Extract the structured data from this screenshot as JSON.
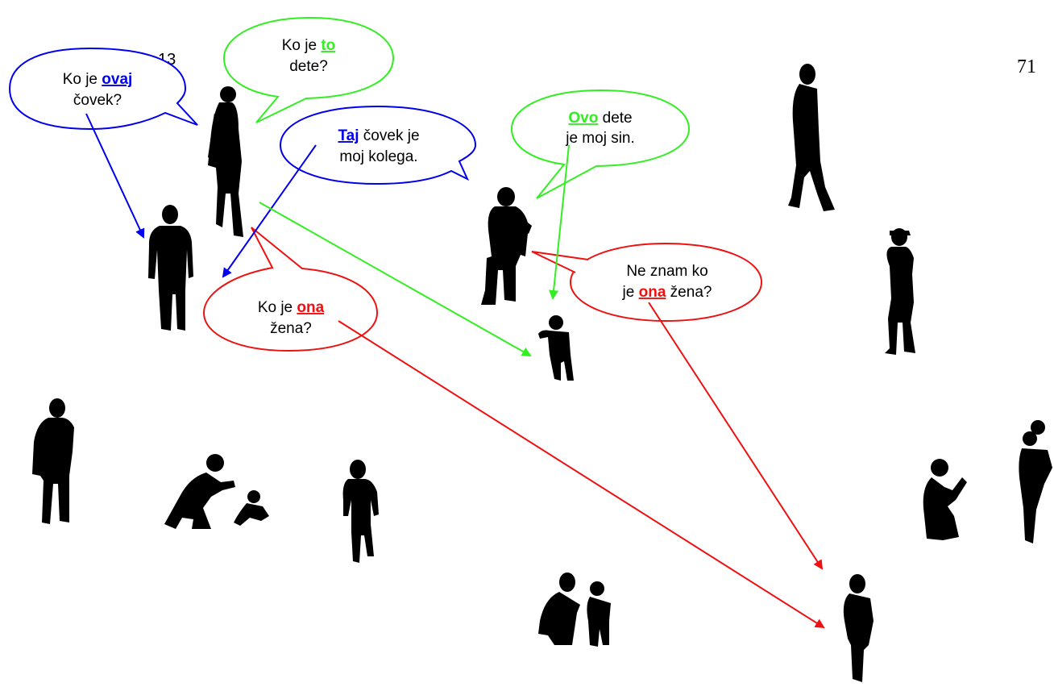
{
  "page": {
    "number_right": "71",
    "number_left_fragment": "13"
  },
  "colors": {
    "blue": "#0000ee",
    "green": "#33ee22",
    "red": "#ee1111",
    "silhouette": "#000000"
  },
  "bubbles": {
    "ovaj": {
      "line1_pre": "Ko je ",
      "line1_hl": "ovaj",
      "line2": "čovek?"
    },
    "to": {
      "line1_pre": "Ko je ",
      "line1_hl": "to",
      "line2": "dete?"
    },
    "taj": {
      "line1_hl": "Taj",
      "line1_post": " čovek je",
      "line2": "moj kolega."
    },
    "ovo": {
      "line1_hl": "Ovo",
      "line1_post": " dete",
      "line2": "je moj sin."
    },
    "ona1": {
      "line1_pre": "Ko je ",
      "line1_hl": "ona",
      "line2": "žena?"
    },
    "ona2": {
      "line1": "Ne znam ko",
      "line2_pre": "je ",
      "line2_hl": "ona",
      "line2_post": " žena?"
    }
  }
}
